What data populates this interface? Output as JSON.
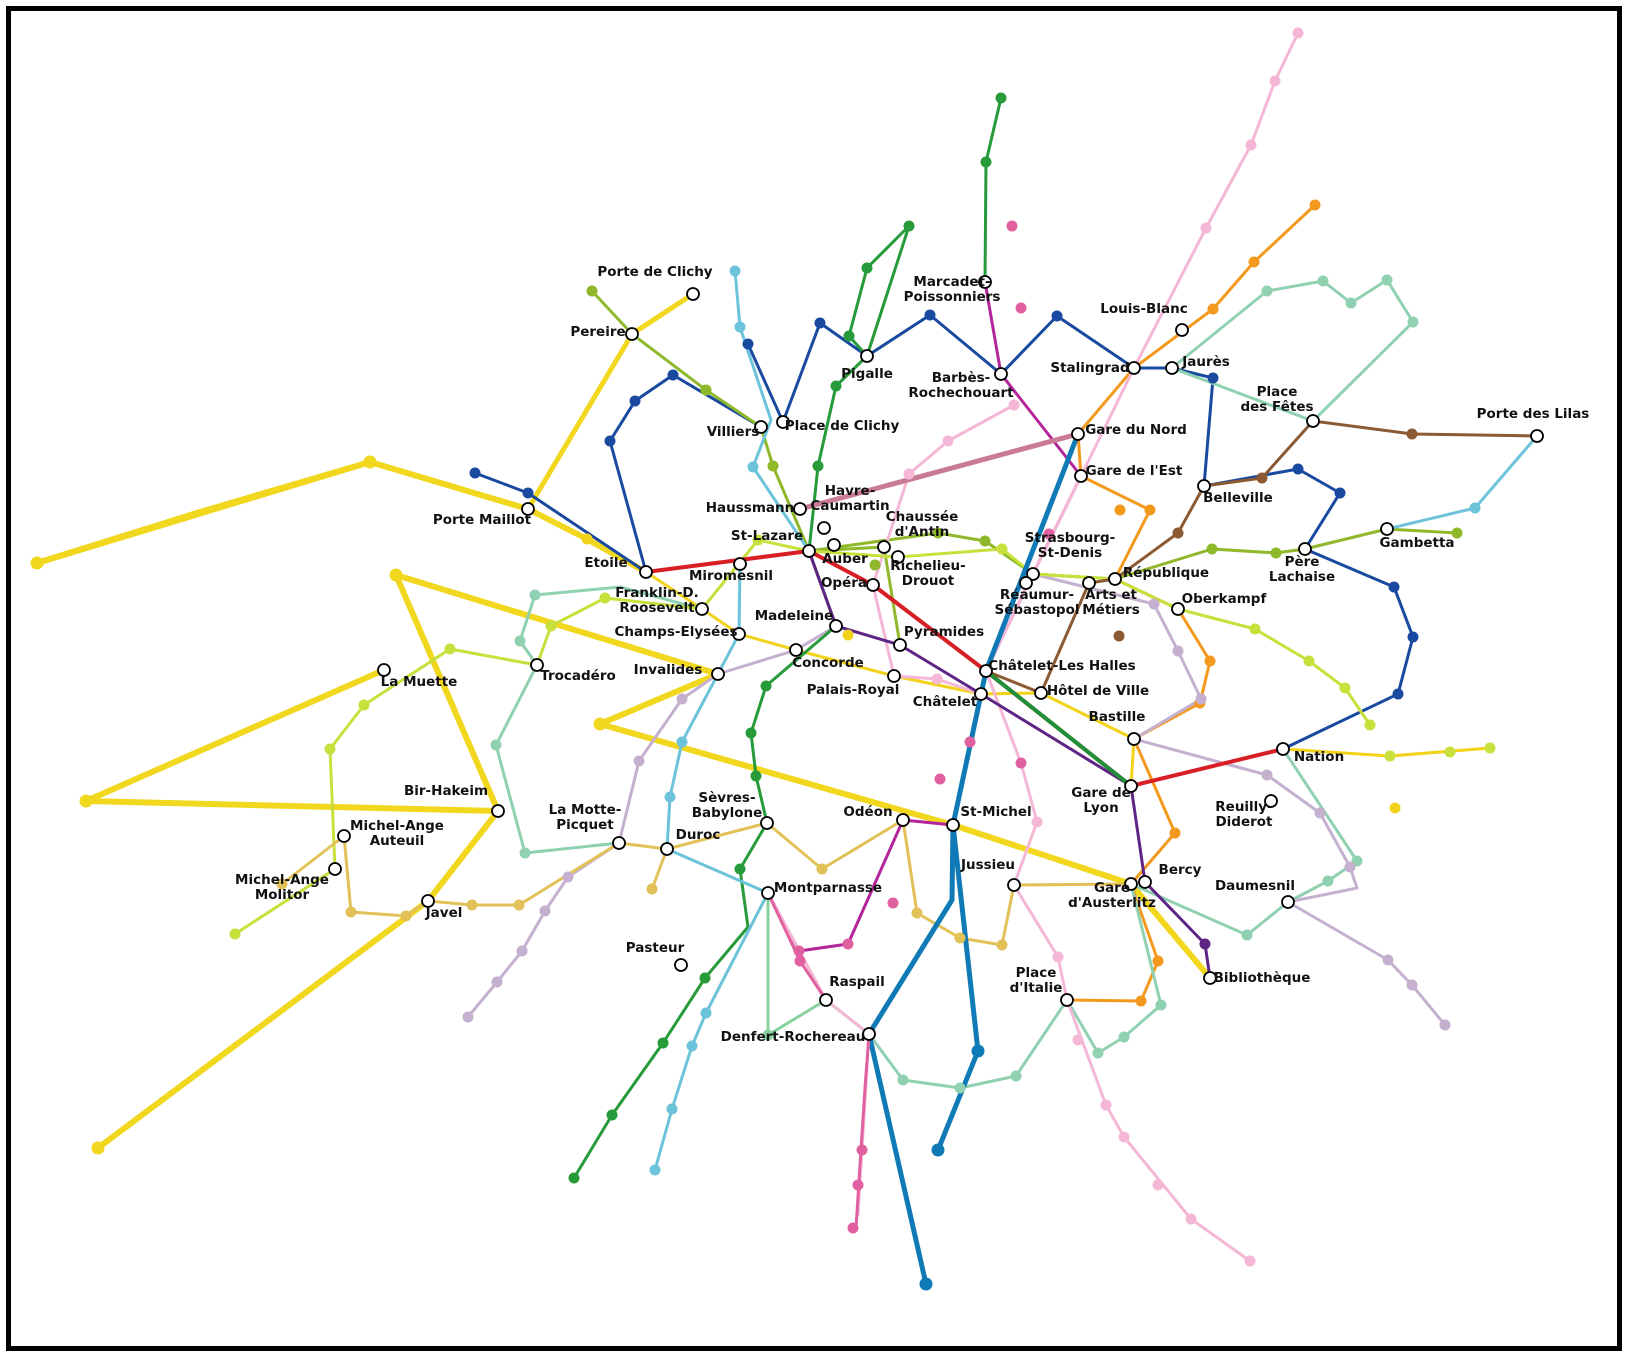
{
  "colors": {
    "line_1": "#f2d31b",
    "line_2": "#1a4aa0",
    "line_3": "#8fb82a",
    "line_3bis": "#8fd3e8",
    "line_4": "#b4249a",
    "line_5": "#f39a1e",
    "line_6": "#8fd1b0",
    "line_7": "#f5b7d6",
    "line_7bis": "#88d19d",
    "line_8": "#c5b1cf",
    "line_9": "#c8e03b",
    "line_10": "#e2c158",
    "line_11": "#8c5a32",
    "line_12": "#279a3a",
    "line_13": "#6cc3da",
    "line_14": "#5f2585",
    "rer_a": "#d81f26",
    "rer_b": "#4a8bd6",
    "rer_c": "#f1d81f",
    "rer_d": "#1f8f3a",
    "rer_e": "#c97a94",
    "line_2_blue": "#0f7ab5",
    "pink_line": "#e060a0",
    "station_fill": "#ffffff",
    "station_stroke": "#000000"
  },
  "stations": [
    {
      "name": "Porte de Clichy"
    },
    {
      "name": "Pereire"
    },
    {
      "name": "Marcadet-\nPoissonniers"
    },
    {
      "name": "Louis-Blanc"
    },
    {
      "name": "Pigalle"
    },
    {
      "name": "Barbès-\nRochechouart"
    },
    {
      "name": "Stalingrad"
    },
    {
      "name": "Jaurès"
    },
    {
      "name": "Place\ndes Fêtes"
    },
    {
      "name": "Porte des Lilas"
    },
    {
      "name": "Villiers"
    },
    {
      "name": "Place de Clichy"
    },
    {
      "name": "Gare du Nord"
    },
    {
      "name": "Gare de l'Est"
    },
    {
      "name": "Porte Maillot"
    },
    {
      "name": "Haussmann"
    },
    {
      "name": "Havre-\nCaumartin"
    },
    {
      "name": "Chaussée\nd'Antin"
    },
    {
      "name": "Belleville"
    },
    {
      "name": "St-Lazare"
    },
    {
      "name": "Auber"
    },
    {
      "name": "Strasbourg-\nSt-Denis"
    },
    {
      "name": "Gambetta"
    },
    {
      "name": "Etoile"
    },
    {
      "name": "Miromesnil"
    },
    {
      "name": "Richelieu-\nDrouot"
    },
    {
      "name": "République"
    },
    {
      "name": "Père\nLachaise"
    },
    {
      "name": "Opéra"
    },
    {
      "name": "Franklin-D.\nRoosevelt"
    },
    {
      "name": "Réaumur-\nSébastopol"
    },
    {
      "name": "Arts et\nMétiers"
    },
    {
      "name": "Oberkampf"
    },
    {
      "name": "Madeleine"
    },
    {
      "name": "Champs-Elysées"
    },
    {
      "name": "Pyramides"
    },
    {
      "name": "Trocadéro"
    },
    {
      "name": "Concorde"
    },
    {
      "name": "Invalides"
    },
    {
      "name": "Châtelet-Les Halles"
    },
    {
      "name": "La Muette"
    },
    {
      "name": "Palais-Royal"
    },
    {
      "name": "Hôtel de Ville"
    },
    {
      "name": "Châtelet"
    },
    {
      "name": "Bastille"
    },
    {
      "name": "Nation"
    },
    {
      "name": "Bir-Hakeim"
    },
    {
      "name": "Gare de\nLyon"
    },
    {
      "name": "Sèvres-\nBabylone"
    },
    {
      "name": "La Motte-\nPicquet"
    },
    {
      "name": "Odéon"
    },
    {
      "name": "St-Michel"
    },
    {
      "name": "Reuilly-\nDiderot"
    },
    {
      "name": "Michel-Ange\nAuteuil"
    },
    {
      "name": "Duroc"
    },
    {
      "name": "Jussieu"
    },
    {
      "name": "Bercy"
    },
    {
      "name": "Michel-Ange\nMolitor"
    },
    {
      "name": "Daumesnil"
    },
    {
      "name": "Montparnasse"
    },
    {
      "name": "Gare\nd'Austerlitz"
    },
    {
      "name": "Javel"
    },
    {
      "name": "Pasteur"
    },
    {
      "name": "Bibliothèque"
    },
    {
      "name": "Place\nd'Italie"
    },
    {
      "name": "Raspail"
    },
    {
      "name": "Denfert-Rochereau"
    }
  ]
}
